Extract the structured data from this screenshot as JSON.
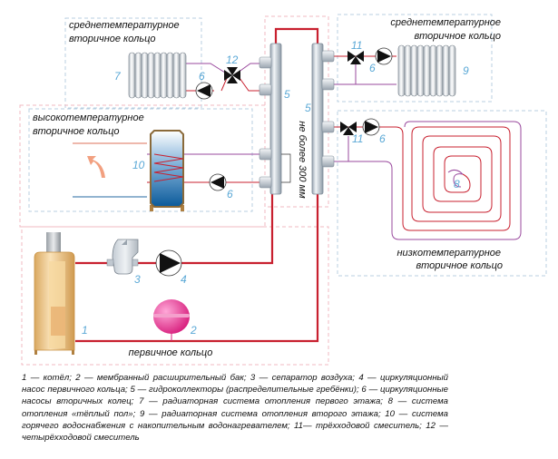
{
  "title": "Схема отопления с гидрострелкой и распределительными гребёнками",
  "zones": {
    "medium_left": {
      "line1": "среднетемпературное",
      "line2": "вторичное кольцо"
    },
    "medium_right": {
      "line1": "среднетемпературное",
      "line2": "вторичное кольцо"
    },
    "high": {
      "line1": "высокотемпературное",
      "line2": "вторичное кольцо"
    },
    "low": {
      "line1": "низкотемпературное",
      "line2": "вторичное кольцо"
    },
    "primary": {
      "label": "первичное кольцо"
    }
  },
  "dimension_note": "не более 300 мм",
  "component_numbers": {
    "boiler": "1",
    "expansion_tank": "2",
    "air_separator": "3",
    "primary_pump": "4",
    "manifold_left": "5",
    "manifold_right": "5",
    "pump_left_radiator": "6",
    "pump_boiler": "6",
    "pump_right_radiator": "6",
    "pump_floor": "6",
    "radiator_first_floor": "7",
    "underfloor_heating": "8",
    "radiator_second_floor": "9",
    "water_heater": "10",
    "three_way_top": "11",
    "three_way_floor": "11",
    "four_way_mixer": "12"
  },
  "colors": {
    "supply_pipe": "#c8202f",
    "return_pipe": "#9a4a9e",
    "hot_water": "#e8a090",
    "cold_water": "#6e9cc0",
    "zone_border_blue": "#b8cfe0",
    "zone_border_red": "#f0b8c0",
    "number_text": "#5aa8d6"
  },
  "legend": {
    "text": "1 — котёл; 2 — мембранный расширительный бак; 3 — сепаратор воздуха; 4 — циркуляционный насос первичного кольца; 5 — гидроколлекторы (распределительные гребёнки); 6 — циркуляционные насосы вторичных колец; 7 — радиаторная система отопления первого этажа; 8 — система отопления «тёплый пол»; 9 — радиаторная система отопления второго этажа; 10 — система горячего водоснабжения с накопительным водонагревателем; 11— трёхходовой смеситель; 12 — четырёхходовой смеситель"
  }
}
